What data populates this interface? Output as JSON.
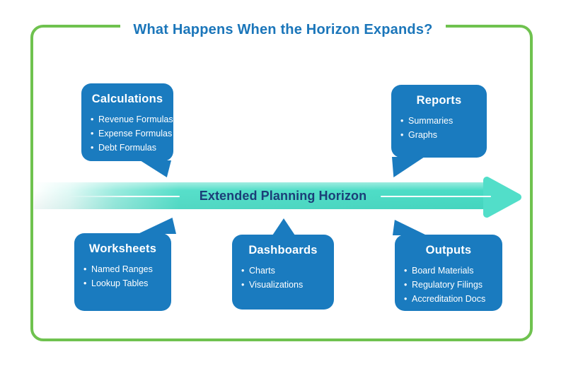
{
  "title": "What Happens When the Horizon Expands?",
  "arrow": {
    "label": "Extended Planning Horizon"
  },
  "cards": [
    {
      "id": "calculations",
      "title": "Calculations",
      "position": "top-left",
      "tail": "bottom-right",
      "items": [
        "Revenue Formulas",
        "Expense Formulas",
        "Debt Formulas"
      ]
    },
    {
      "id": "reports",
      "title": "Reports",
      "position": "top-right",
      "tail": "bottom-left",
      "items": [
        "Summaries",
        "Graphs"
      ]
    },
    {
      "id": "worksheets",
      "title": "Worksheets",
      "position": "bottom-left",
      "tail": "top-right",
      "items": [
        "Named Ranges",
        "Lookup Tables"
      ]
    },
    {
      "id": "dashboards",
      "title": "Dashboards",
      "position": "bottom-center",
      "tail": "top-center",
      "items": [
        "Charts",
        "Visualizations"
      ]
    },
    {
      "id": "outputs",
      "title": "Outputs",
      "position": "bottom-right",
      "tail": "top-left",
      "items": [
        "Board Materials",
        "Regulatory Filings",
        "Accreditation Docs"
      ]
    }
  ],
  "colors": {
    "border_green": "#6fc24f",
    "box_blue": "#1a7bbf",
    "title_blue": "#1b76ba",
    "arrow_teal": "#52dec9",
    "arrow_text": "#1b3e78"
  }
}
